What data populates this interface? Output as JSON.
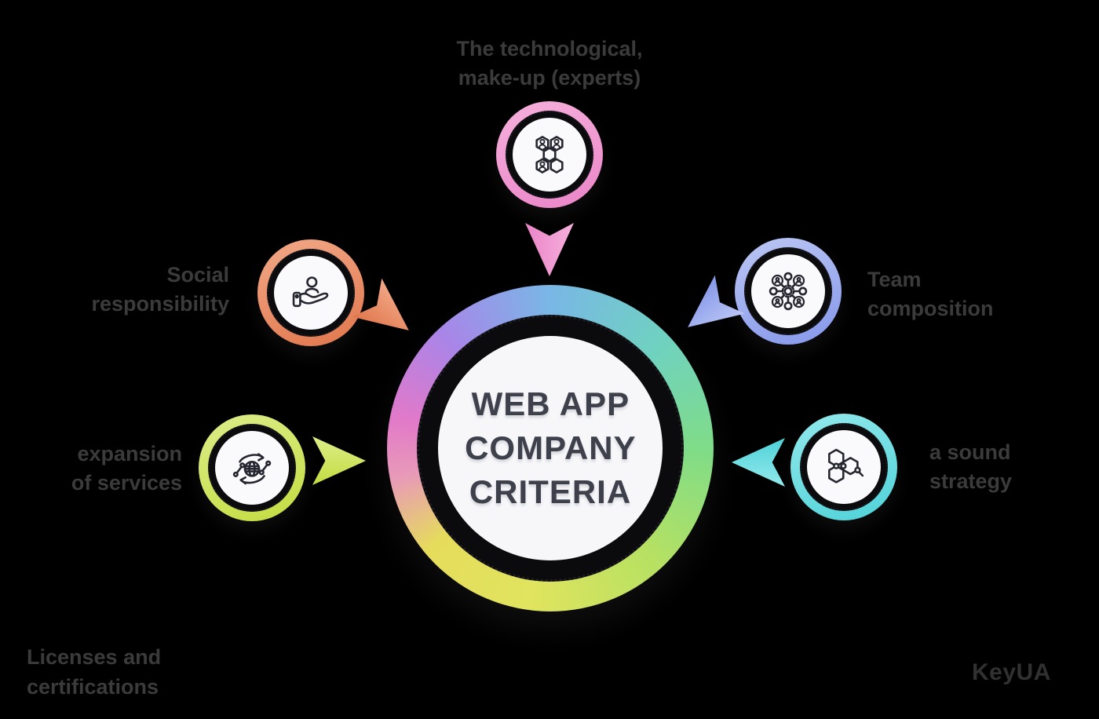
{
  "diagram": {
    "center": {
      "lines": [
        "WEB APP",
        "COMPANY",
        "CRITERIA"
      ]
    },
    "criteria": [
      {
        "id": "technology",
        "label_lines": [
          "The technological,",
          "make-up (experts)"
        ],
        "icon": "honeycomb-experts-icon",
        "ring_color": "#ea84c8",
        "ring_color_light": "#f6b1dc"
      },
      {
        "id": "social-responsibility",
        "label_lines": [
          "Social",
          "responsibility"
        ],
        "icon": "hand-holding-person-icon",
        "ring_color": "#e0764c",
        "ring_color_light": "#f2a988"
      },
      {
        "id": "team-composition",
        "label_lines": [
          "Team",
          "composition"
        ],
        "icon": "team-network-icon",
        "ring_color": "#8497ea",
        "ring_color_light": "#bcc7f4"
      },
      {
        "id": "expansion-of-services",
        "label_lines": [
          "expansion",
          "of services"
        ],
        "icon": "globe-expansion-icon",
        "ring_color": "#c3dd3f",
        "ring_color_light": "#dced8a"
      },
      {
        "id": "sound-strategy",
        "label_lines": [
          "a sound",
          "strategy"
        ],
        "icon": "hexagon-molecule-icon",
        "ring_color": "#4ed2d8",
        "ring_color_light": "#93e9ec"
      }
    ],
    "footer_left_lines": [
      "Licenses and",
      "certifications"
    ],
    "brand": "KeyUA",
    "colors": {
      "background": "#000000",
      "label_text": "#3b3b3b",
      "center_text": "#3e414c",
      "center_fill": "#f7f7fa",
      "inner_ring": "#0b0b0e",
      "wheel_gradient": [
        "#79b7e6 0%",
        "#6fd2c0 13%",
        "#7fdc88 25%",
        "#b6e162 38%",
        "#e0e45e 52%",
        "#e6dc5c 64%",
        "#e89ab8 72%",
        "#e279c9 78%",
        "#a985e8 88%",
        "#79b7e6 100%"
      ]
    }
  }
}
